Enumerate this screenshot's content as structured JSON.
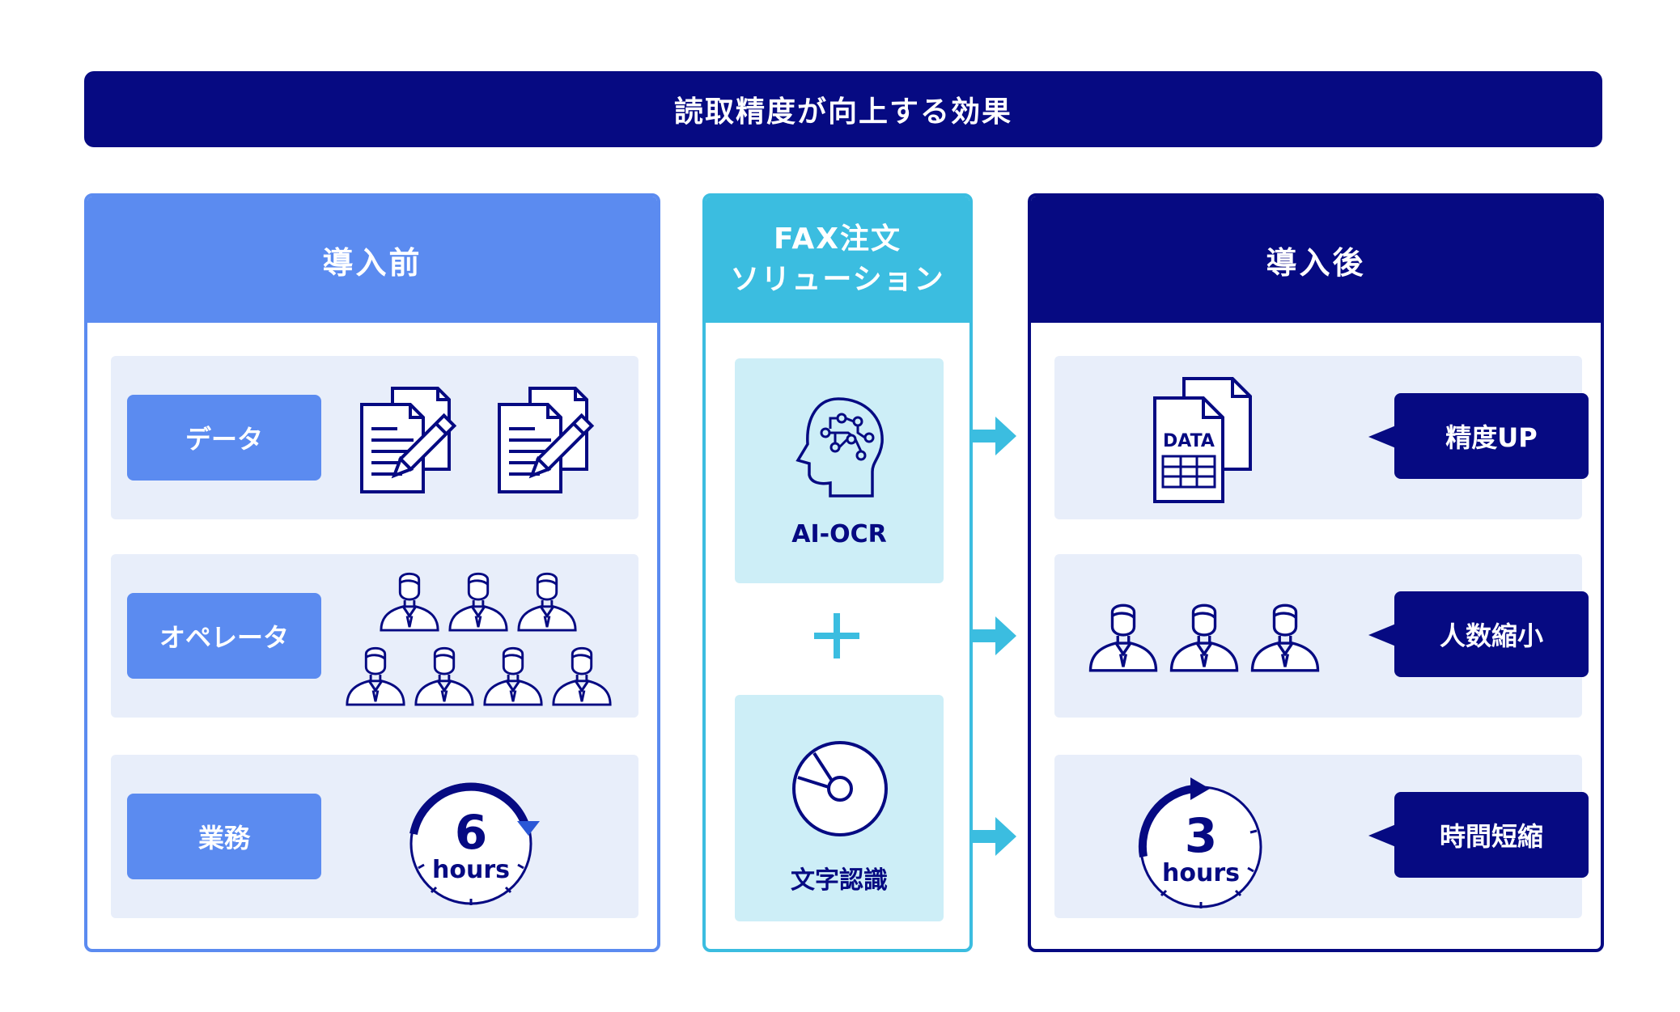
{
  "title": "読取精度が向上する効果",
  "before": {
    "header": "導入前",
    "rows": [
      {
        "label": "データ"
      },
      {
        "label": "オペレータ"
      },
      {
        "label": "業務",
        "clock_number": "6",
        "clock_unit": "hours"
      }
    ]
  },
  "solution": {
    "header_line1": "FAX注文",
    "header_line2": "ソリューション",
    "items": [
      {
        "label": "AI-OCR"
      },
      {
        "label": "文字認識"
      }
    ],
    "plus": "+"
  },
  "after": {
    "header": "導入後",
    "rows": [
      {
        "badge": "精度UP",
        "doc_text": "DATA"
      },
      {
        "badge": "人数縮小"
      },
      {
        "badge": "時間短縮",
        "clock_number": "3",
        "clock_unit": "hours"
      }
    ]
  },
  "colors": {
    "navy": "#060a82",
    "blue": "#5b8bf0",
    "cyan": "#3bbde0",
    "row_bg": "#e8eefa",
    "sol_bg": "#cdeef7"
  },
  "icons": {
    "before_data": "document-pen-icon",
    "before_operators": "person-icon",
    "before_time": "clock-icon",
    "solution_ai": "ai-head-icon",
    "solution_ocr": "scan-disc-icon",
    "after_data": "data-document-icon",
    "after_operators": "person-icon",
    "after_time": "clock-icon"
  }
}
